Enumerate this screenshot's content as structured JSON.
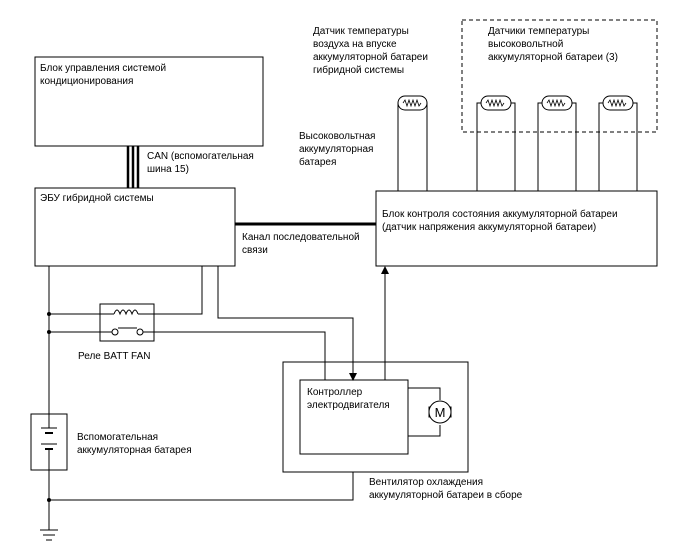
{
  "labels": {
    "ac_unit": [
      "Блок управления системой",
      "кондиционирования"
    ],
    "can_bus": [
      "CAN (вспомогательная",
      "шина 15)"
    ],
    "hybrid_ecu": [
      "ЭБУ гибридной системы"
    ],
    "serial_link": [
      "Канал последовательной",
      "связи"
    ],
    "battery_monitor": [
      "Блок контроля состояния аккумуляторной батареи",
      "(датчик напряжения аккумуляторной батареи)"
    ],
    "intake_sensor": [
      "Датчик температуры",
      "воздуха на впуске",
      "аккумуляторной батареи",
      "гибридной системы"
    ],
    "battery_temp_sensors": [
      "Датчики температуры",
      "высоковольтной",
      "аккумуляторной батареи (3)"
    ],
    "hv_battery": [
      "Высоковольтная",
      "аккумуляторная",
      "батарея"
    ],
    "relay": [
      "Реле BATT FAN"
    ],
    "motor_controller": [
      "Контроллер",
      "электродвигателя"
    ],
    "aux_battery": [
      "Вспомогательная",
      "аккумуляторная батарея"
    ],
    "fan_assembly": [
      "Вентилятор охлаждения",
      "аккумуляторной батареи в сборе"
    ],
    "motor_symbol": "M"
  }
}
